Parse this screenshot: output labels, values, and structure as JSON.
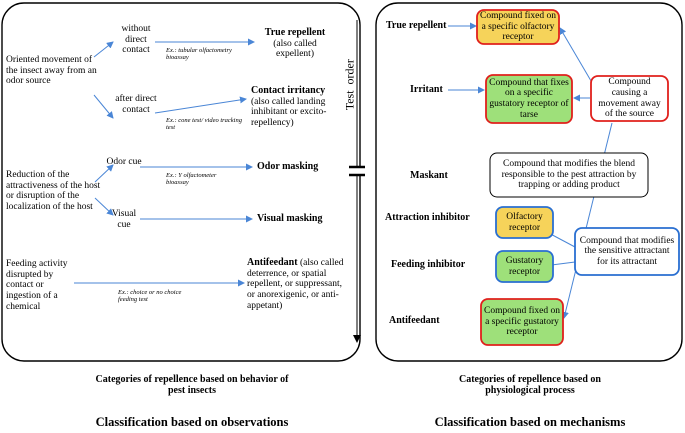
{
  "colors": {
    "arrow": "#4a86d6",
    "yellow_fill": "#f6d35a",
    "green_fill": "#9ee07a",
    "red_border": "#e0201c",
    "blue_border": "#2a6fd1"
  },
  "left": {
    "test_order_label": "Test  order",
    "sources": {
      "oriented": "Oriented movement of the insect away from an odor source",
      "reduction": "Reduction of the attractiveness of the host or disruption of the localization of the host",
      "feeding": "Feeding activity disrupted by contact or ingestion of a chemical"
    },
    "branches": {
      "without_contact": "without direct contact",
      "after_contact": "after direct contact",
      "odor_cue": "Odor cue",
      "visual_cue": "Visual cue"
    },
    "examples": {
      "ex1": "Ex.: tubular olfactometry bioassay",
      "ex2": "Ex.: cone test/ video tracking test",
      "ex3": "Ex.: Y olfactometer bioassay",
      "ex4": "Ex.: choice or no choice feeding test"
    },
    "results": {
      "true_repellent_title": "True repellent",
      "true_repellent_rest": "(also called expellent)",
      "contact_irritancy_title": "Contact irritancy",
      "contact_irritancy_rest": "(also called landing inhibitant or excito-repellency)",
      "odor_masking": "Odor masking",
      "visual_masking": "Visual masking",
      "antifeedant_title": "Antifeedant",
      "antifeedant_rest": "(also called deterrence, or spatial repellent, or suppressant, or anorexigenic, or anti-appetant)"
    },
    "caption1": "Categories of repellence based on behavior of pest insects",
    "caption2": "Classification based on observations"
  },
  "right": {
    "labels": {
      "true_repellent": "True repellent",
      "irritant": "Irritant",
      "maskant": "Maskant",
      "attraction_inhibitor": "Attraction inhibitor",
      "feeding_inhibitor": "Feeding inhibitor",
      "antifeedant": "Antifeedant"
    },
    "boxes": {
      "olfactory_fixed": "Compound fixed on a specific olfactory receptor",
      "gustatory_tarse": "Compound that fixes on a specific gustatory receptor of tarse",
      "movement_away": "Compound causing a movement away of the source",
      "modifies_blend": "Compound that modifies the blend responsible to the pest attraction by trapping or adding product",
      "olfactory_receptor": "Olfactory receptor",
      "gustatory_receptor": "Gustatory receptor",
      "modifies_sensitive": "Compound that modifies the sensitive attractant for its attractant",
      "gustatory_fixed": "Compound fixed on a specific gustatory receptor"
    },
    "caption1": "Categories of repellence based on physiological process",
    "caption2": "Classification based on mechanisms"
  }
}
